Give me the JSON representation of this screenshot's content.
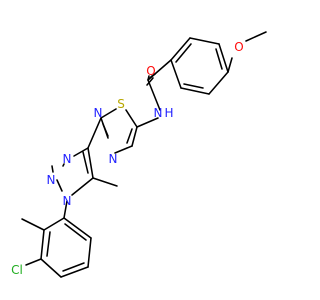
{
  "colors": {
    "bond": "#000000",
    "background": "#ffffff",
    "N": "#2323ff",
    "O": "#ff0d0d",
    "S": "#b8a800",
    "Cl": "#1fad1f"
  },
  "atoms": {
    "o_carbonyl": {
      "text": "O",
      "element": "O"
    },
    "o_methoxy": {
      "text": "O",
      "element": "O"
    },
    "nh": {
      "text": "N",
      "element": "N"
    },
    "nh_h": {
      "text": "H",
      "element": "N"
    },
    "s_thiadiazole": {
      "text": "S",
      "element": "S"
    },
    "n_thiadiazole_2": {
      "text": "N",
      "element": "N"
    },
    "n_thiadiazole_4": {
      "text": "N",
      "element": "N"
    },
    "n_triazole_1": {
      "text": "N",
      "element": "N"
    },
    "n_triazole_2": {
      "text": "N",
      "element": "N"
    },
    "n_triazole_3": {
      "text": "N",
      "element": "N"
    },
    "cl": {
      "text": "Cl",
      "element": "Cl"
    }
  }
}
